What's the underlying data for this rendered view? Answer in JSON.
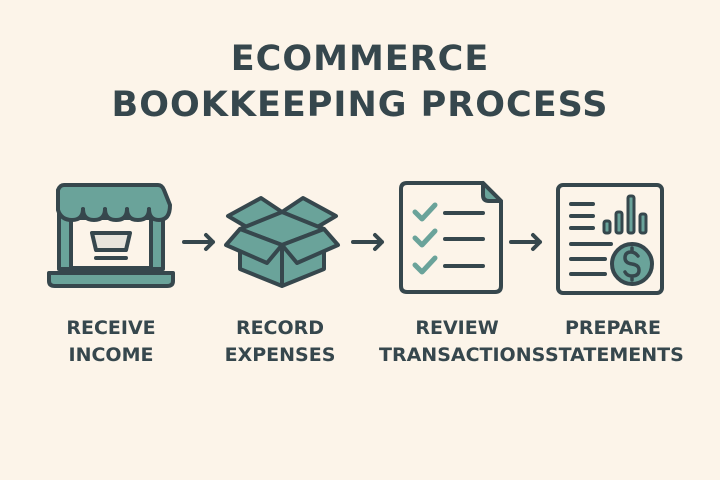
{
  "title": {
    "line1": "ECOMMERCE",
    "line2": "BOOKKEEPING PROCESS"
  },
  "colors": {
    "background": "#fcf4e9",
    "ink": "#36474d",
    "teal": "#6aa39a",
    "paper": "#fbf5ea",
    "gray_fill": "#e7e4dc"
  },
  "steps": [
    {
      "icon": "storefront-laptop-icon",
      "line1": "RECEIVE",
      "line2": "INCOME"
    },
    {
      "icon": "open-box-icon",
      "line1": "RECORD",
      "line2": "EXPENSES"
    },
    {
      "icon": "checklist-document-icon",
      "line1": "REVIEW",
      "line2": "TRANSACTIONS"
    },
    {
      "icon": "financial-statement-icon",
      "line1": "PREPARE",
      "line2": "STATEMENTS"
    }
  ],
  "arrows": [
    "arrow-right-icon",
    "arrow-right-icon",
    "arrow-right-icon"
  ]
}
